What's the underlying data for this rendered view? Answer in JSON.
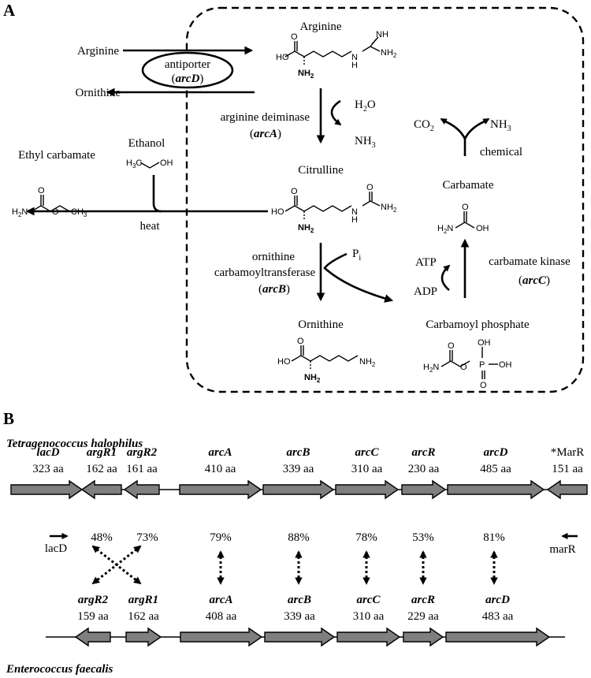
{
  "panel_a": {
    "label": "A",
    "external": {
      "arginine": "Arginine",
      "ornithine": "Ornithine",
      "antiporter_line1": "antiporter",
      "antiporter_gene": "arcD",
      "ethanol": "Ethanol",
      "ethyl_carbamate": "Ethyl carbamate",
      "heat": "heat"
    },
    "internal": {
      "arginine": "Arginine",
      "citrulline": "Citrulline",
      "ornithine": "Ornithine",
      "carbamate": "Carbamate",
      "carbamoyl_phosphate": "Carbamoyl phosphate",
      "enzyme_arcA_name": "arginine deiminase",
      "enzyme_arcA_gene": "arcA",
      "enzyme_arcB_line1": "ornithine",
      "enzyme_arcB_line2": "carbamoyltransferase",
      "enzyme_arcB_gene": "arcB",
      "enzyme_arcC_name": "carbamate kinase",
      "enzyme_arcC_gene": "arcC",
      "h2o": "H",
      "h2o_sub": "2",
      "h2o_tail": "O",
      "nh3": "NH",
      "nh3_sub": "3",
      "co2": "CO",
      "co2_sub": "2",
      "pi": "P",
      "pi_sub": "i",
      "atp": "ATP",
      "adp": "ADP",
      "chemical": "chemical"
    }
  },
  "panel_b": {
    "label": "B",
    "species_top": "Tetragenococcus halophilus",
    "species_bottom": "Enterococcus faecalis",
    "top_genes": [
      {
        "name": "lacD",
        "size": "323 aa",
        "style": "gene"
      },
      {
        "name": "argR1",
        "size": "162 aa",
        "style": "gene"
      },
      {
        "name": "argR2",
        "size": "161 aa",
        "style": "gene"
      },
      {
        "name": "arcA",
        "size": "410 aa",
        "style": "gene"
      },
      {
        "name": "arcB",
        "size": "339 aa",
        "style": "gene"
      },
      {
        "name": "arcC",
        "size": "310 aa",
        "style": "gene"
      },
      {
        "name": "arcR",
        "size": "230 aa",
        "style": "gene"
      },
      {
        "name": "arcD",
        "size": "485 aa",
        "style": "gene"
      },
      {
        "name": "*MarR",
        "size": "151 aa",
        "style": "plain"
      }
    ],
    "bottom_genes": [
      {
        "name": "argR2",
        "size": "159 aa"
      },
      {
        "name": "argR1",
        "size": "162 aa"
      },
      {
        "name": "arcA",
        "size": "408 aa"
      },
      {
        "name": "arcB",
        "size": "339 aa"
      },
      {
        "name": "arcC",
        "size": "310 aa"
      },
      {
        "name": "arcR",
        "size": "229 aa"
      },
      {
        "name": "arcD",
        "size": "483 aa"
      }
    ],
    "identities": [
      "48%",
      "73%",
      "79%",
      "88%",
      "78%",
      "53%",
      "81%"
    ],
    "primer_left": "lacD",
    "primer_right": "marR"
  }
}
